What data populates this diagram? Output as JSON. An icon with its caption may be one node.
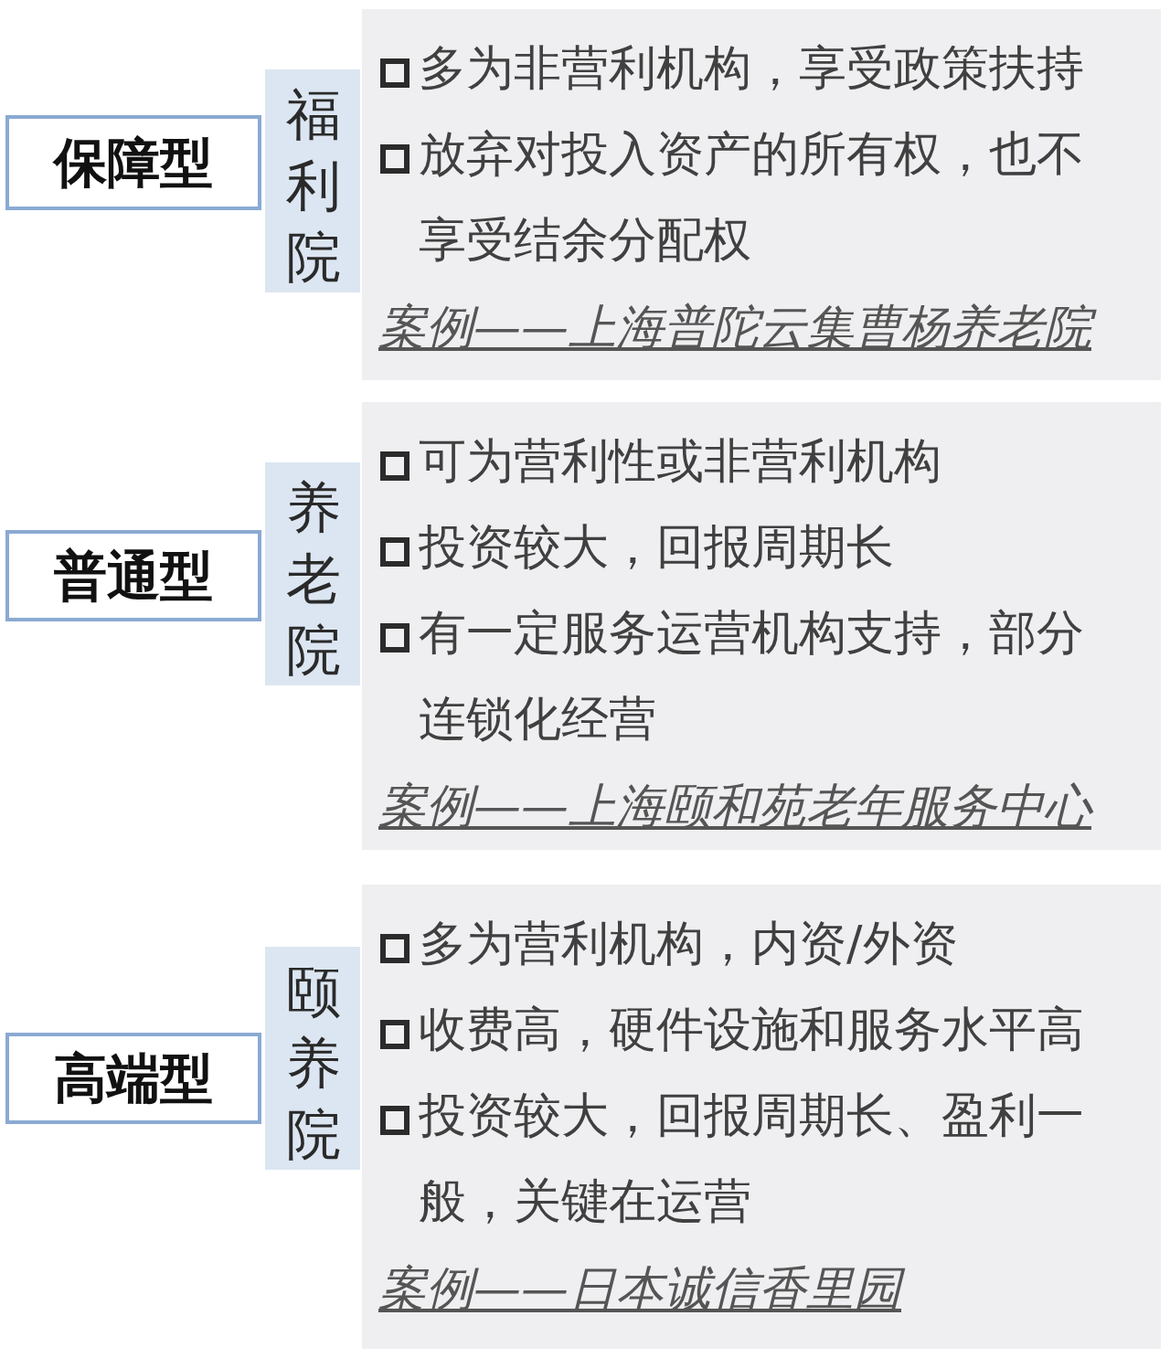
{
  "diagram": {
    "nodes": [
      {
        "text": [
          "保障型"
        ]
      },
      {
        "text": [
          "福利院"
        ]
      },
      {
        "text": [
          "多为非营利机构，享受政策扶持",
          "放弃对投入资产的所有权，也不享受结余分配权",
          "案例——上海普陀云集曹杨养老院"
        ]
      },
      {
        "text": [
          "普通型"
        ]
      },
      {
        "text": [
          "养老院"
        ]
      },
      {
        "text": [
          "可为营利性或非营利机构",
          "投资较大，回报周期长",
          "有一定服务运营机构支持，部分连锁化经营",
          "案例——上海颐和苑老年服务中心"
        ]
      },
      {
        "text": [
          "高端型"
        ]
      },
      {
        "text": [
          "颐养院"
        ]
      },
      {
        "text": [
          "多为营利机构，内资/外资",
          "收费高，硬件设施和服务水平高",
          "投资较大，回报周期长、盈利一般，关键在运营",
          "案例——日本诚信香里园"
        ]
      }
    ]
  }
}
